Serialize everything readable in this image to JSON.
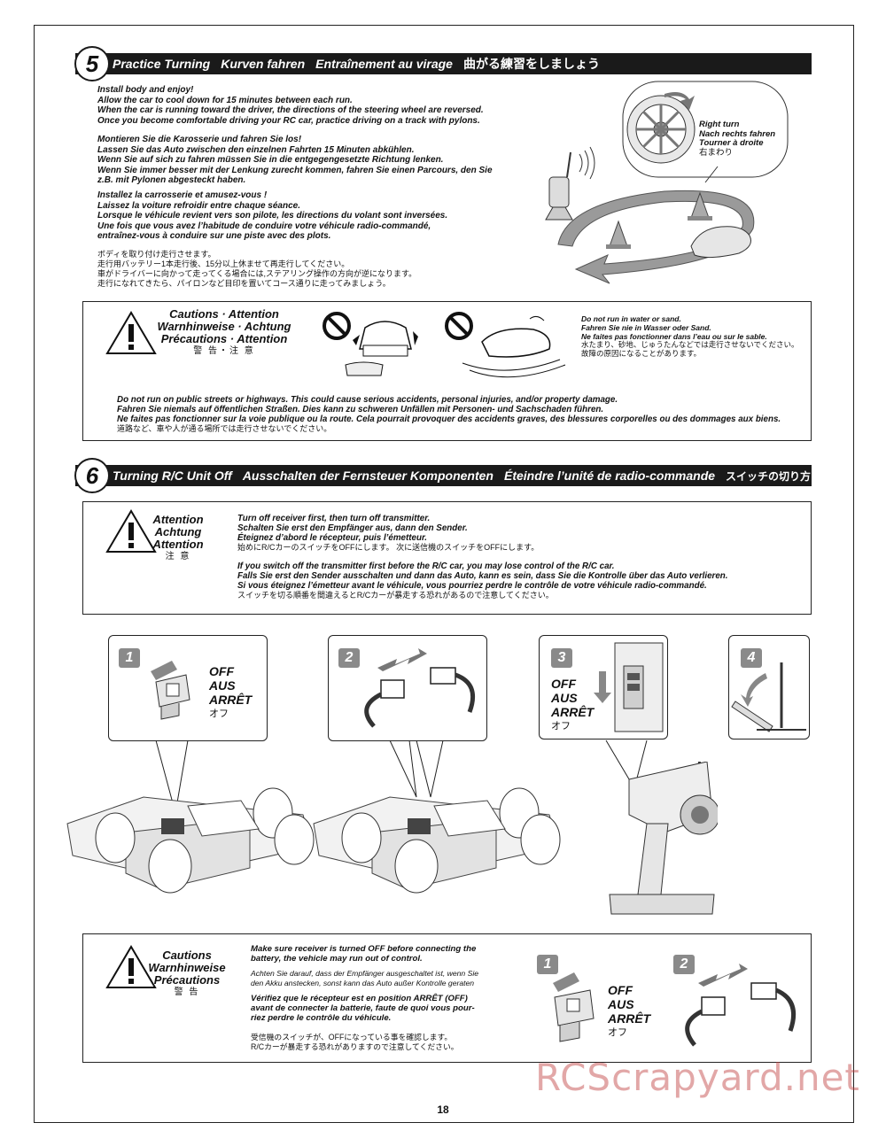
{
  "section5": {
    "number": "5",
    "titles": [
      "Practice Turning",
      "Kurven fahren",
      "Entraînement au virage",
      "曲がる練習をしましょう"
    ],
    "en": [
      "Install body and enjoy!",
      "Allow the car to cool down for 15 minutes between each run.",
      "When the car is running toward the driver, the directions of the steering wheel are reversed.",
      "Once you become comfortable driving your RC car, practice driving on a track with pylons."
    ],
    "de": [
      "Montieren Sie die Karosserie und fahren Sie los!",
      "Lassen Sie das Auto zwischen den einzelnen Fahrten 15 Minuten abkühlen.",
      "Wenn Sie auf sich zu fahren müssen Sie in die entgegengesetzte Richtung lenken.",
      "Wenn Sie immer besser mit der Lenkung zurecht kommen, fahren Sie einen Parcours, den Sie",
      "z.B.  mit Pylonen abgesteckt haben."
    ],
    "fr": [
      "Installez la carrosserie et amusez-vous !",
      "Laissez la voiture refroidir entre chaque séance.",
      "Lorsque le véhicule revient vers son pilote, les directions du volant sont inversées.",
      "Une fois que vous avez l’habitude de conduire votre véhicule radio-commandé,",
      "entraînez-vous à conduire sur une piste avec des plots."
    ],
    "jp": [
      "ボディを取り付け走行させます。",
      "走行用バッテリー1本走行後、15分以上休ませて再走行してください。",
      "車がドライバーに向かって走ってくる場合には,ステアリング操作の方向が逆になります。",
      "走行になれてきたら、パイロンなど目印を置いてコース通りに走ってみましょう。"
    ],
    "right_turn": [
      "Right turn",
      "Nach rechts fahren",
      "Tourner à droite",
      "右まわり"
    ]
  },
  "caution1": {
    "title": [
      "Cautions · Attention",
      "Warnhinweise · Achtung",
      "Précautions · Attention",
      "警 告・注 意"
    ],
    "water": [
      "Do not run in water or sand.",
      "Fahren Sie nie in Wasser oder Sand.",
      "Ne faites pas fonctionner dans l’eau ou sur le sable.",
      "水たまり、砂地、じゅうたんなどでは走行させないでください。",
      "故障の原因になることがあります。"
    ],
    "streets": [
      "Do not run on public streets or highways. This could cause serious accidents, personal injuries, and/or property damage.",
      "Fahren Sie niemals auf öffentlichen Straßen. Dies kann zu schweren Unfällen mit Personen- und Sachschaden führen.",
      "Ne faites pas fonctionner sur la voie publique ou la route. Cela pourrait provoquer des accidents graves, des blessures corporelles ou des dommages aux biens.",
      "道路など、車や人が通る場所では走行させないでください。"
    ]
  },
  "section6": {
    "number": "6",
    "titles": [
      "Turning R/C Unit Off",
      "Ausschalten der Fernsteuer Komponenten",
      "Éteindre l’unité de radio-commande",
      "スイッチの切り方"
    ]
  },
  "attention2": {
    "title": [
      "Attention",
      "Achtung",
      "Attention",
      "注 意"
    ],
    "p1": [
      "Turn off receiver first, then turn off transmitter.",
      "Schalten Sie erst den Empfänger aus, dann den Sender.",
      "Éteignez d’abord le récepteur, puis l’émetteur.",
      "始めにR/CカーのスイッチをOFFにします。 次に送信機のスイッチをOFFにします。"
    ],
    "p2": [
      "If you switch off the transmitter first before the R/C car, you may lose control of the R/C car.",
      "Falls Sie erst den Sender ausschalten und dann das Auto, kann es sein, dass Sie die Kontrolle über das Auto verlieren.",
      "Si vous éteignez l’émetteur avant le véhicule, vous pourriez perdre le contrôle de votre véhicule radio-commandé.",
      "スイッチを切る順番を間違えるとR/Cカーが暴走する恐れがあるので注意してください。"
    ]
  },
  "steps": {
    "s1": "1",
    "s2": "2",
    "s3": "3",
    "s4": "4",
    "off": [
      "OFF",
      "AUS",
      "ARRÊT",
      "オフ"
    ]
  },
  "caution3": {
    "title": [
      "Cautions",
      "Warnhinweise",
      "Précautions",
      "警 告"
    ],
    "en": [
      "Make sure receiver is turned OFF before connecting the",
      "battery, the vehicle may run out of control."
    ],
    "de": [
      "Achten Sie darauf, dass der Empfänger ausgeschaltet ist, wenn Sie",
      "den Akku anstecken, sonst kann das Auto außer Kontrolle geraten"
    ],
    "fr": [
      "Vérifiez que le récepteur est en position ARRÊT (OFF)",
      "avant de connecter la batterie, faute de quoi vous pour-",
      "riez perdre le contrôle du véhicule."
    ],
    "jp": [
      "受信機のスイッチが、OFFになっている事を確認します。",
      "R/Cカーが暴走する恐れがありますので注意してください。"
    ],
    "s1": "1",
    "s2": "2"
  },
  "footer": {
    "page": "18",
    "watermark": "RCScrapyard.net"
  }
}
